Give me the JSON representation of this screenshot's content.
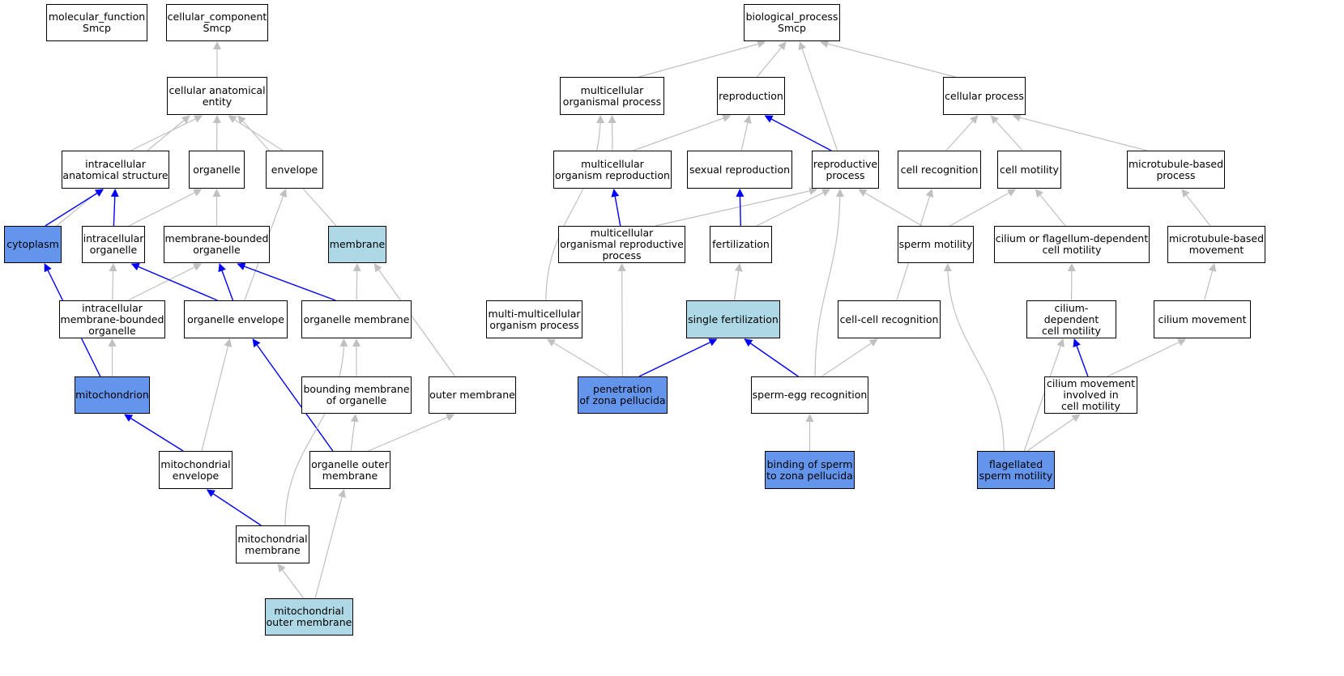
{
  "colors": {
    "highlight_dark": "#6495ed",
    "highlight_light": "#add8e6",
    "edge_default": "#c0c0c0",
    "edge_path": "#0000ff"
  },
  "nodes": [
    {
      "id": "mf",
      "label": "molecular_function\nSmcp",
      "style": "none"
    },
    {
      "id": "cc",
      "label": "cellular_component\nSmcp",
      "style": "none"
    },
    {
      "id": "cae",
      "label": "cellular anatomical\nentity",
      "style": "none"
    },
    {
      "id": "ias",
      "label": "intracellular\nanatomical structure",
      "style": "none"
    },
    {
      "id": "org",
      "label": "organelle",
      "style": "none"
    },
    {
      "id": "env",
      "label": "envelope",
      "style": "none"
    },
    {
      "id": "cyt",
      "label": "cytoplasm",
      "style": "dark"
    },
    {
      "id": "iorg",
      "label": "intracellular\norganelle",
      "style": "none"
    },
    {
      "id": "mbo",
      "label": "membrane-bounded\norganelle",
      "style": "none"
    },
    {
      "id": "mem",
      "label": "membrane",
      "style": "light"
    },
    {
      "id": "imbo",
      "label": "intracellular\nmembrane-bounded\norganelle",
      "style": "none"
    },
    {
      "id": "oenv",
      "label": "organelle envelope",
      "style": "none"
    },
    {
      "id": "omem",
      "label": "organelle membrane",
      "style": "none"
    },
    {
      "id": "mito",
      "label": "mitochondrion",
      "style": "dark"
    },
    {
      "id": "bmo",
      "label": "bounding membrane\nof organelle",
      "style": "none"
    },
    {
      "id": "outm",
      "label": "outer membrane",
      "style": "none"
    },
    {
      "id": "menv",
      "label": "mitochondrial\nenvelope",
      "style": "none"
    },
    {
      "id": "oom",
      "label": "organelle outer\nmembrane",
      "style": "none"
    },
    {
      "id": "mmem",
      "label": "mitochondrial\nmembrane",
      "style": "none"
    },
    {
      "id": "mom",
      "label": "mitochondrial\nouter membrane",
      "style": "light"
    },
    {
      "id": "bp",
      "label": "biological_process\nSmcp",
      "style": "none"
    },
    {
      "id": "mop",
      "label": "multicellular\norganismal process",
      "style": "none"
    },
    {
      "id": "rep",
      "label": "reproduction",
      "style": "none"
    },
    {
      "id": "cp",
      "label": "cellular process",
      "style": "none"
    },
    {
      "id": "mor",
      "label": "multicellular\norganism reproduction",
      "style": "none"
    },
    {
      "id": "sr",
      "label": "sexual reproduction",
      "style": "none"
    },
    {
      "id": "rp",
      "label": "reproductive\nprocess",
      "style": "none"
    },
    {
      "id": "cr",
      "label": "cell recognition",
      "style": "none"
    },
    {
      "id": "cm",
      "label": "cell motility",
      "style": "none"
    },
    {
      "id": "mbp",
      "label": "microtubule-based\nprocess",
      "style": "none"
    },
    {
      "id": "morp",
      "label": "multicellular\norganismal reproductive\nprocess",
      "style": "none"
    },
    {
      "id": "fert",
      "label": "fertilization",
      "style": "none"
    },
    {
      "id": "sm",
      "label": "sperm motility",
      "style": "none"
    },
    {
      "id": "cfcm",
      "label": "cilium or flagellum-dependent\ncell motility",
      "style": "none"
    },
    {
      "id": "mbm",
      "label": "microtubule-based\nmovement",
      "style": "none"
    },
    {
      "id": "mmp",
      "label": "multi-multicellular\norganism process",
      "style": "none"
    },
    {
      "id": "sf",
      "label": "single fertilization",
      "style": "light"
    },
    {
      "id": "ccr",
      "label": "cell-cell recognition",
      "style": "none"
    },
    {
      "id": "cdcm",
      "label": "cilium-dependent\ncell motility",
      "style": "none"
    },
    {
      "id": "cmov",
      "label": "cilium movement",
      "style": "none"
    },
    {
      "id": "pzp",
      "label": "penetration\nof zona pellucida",
      "style": "dark"
    },
    {
      "id": "ser",
      "label": "sperm-egg recognition",
      "style": "none"
    },
    {
      "id": "cmicm",
      "label": "cilium movement\ninvolved in\ncell motility",
      "style": "none"
    },
    {
      "id": "bszp",
      "label": "binding of sperm\nto zona pellucida",
      "style": "dark"
    },
    {
      "id": "fsm",
      "label": "flagellated\nsperm motility",
      "style": "dark"
    }
  ],
  "edges": [
    [
      "cae",
      "cc",
      false
    ],
    [
      "ias",
      "cae",
      false
    ],
    [
      "org",
      "cae",
      false
    ],
    [
      "env",
      "cae",
      false
    ],
    [
      "cyt",
      "cae",
      false
    ],
    [
      "mem",
      "cae",
      false
    ],
    [
      "cyt",
      "ias",
      true
    ],
    [
      "iorg",
      "ias",
      true
    ],
    [
      "iorg",
      "org",
      false
    ],
    [
      "mbo",
      "org",
      false
    ],
    [
      "imbo",
      "iorg",
      false
    ],
    [
      "imbo",
      "mbo",
      false
    ],
    [
      "oenv",
      "iorg",
      true
    ],
    [
      "oenv",
      "mbo",
      true
    ],
    [
      "oenv",
      "env",
      false
    ],
    [
      "omem",
      "mbo",
      true
    ],
    [
      "omem",
      "mem",
      false
    ],
    [
      "mito",
      "cyt",
      true
    ],
    [
      "mito",
      "imbo",
      false
    ],
    [
      "bmo",
      "omem",
      false
    ],
    [
      "outm",
      "mem",
      false
    ],
    [
      "menv",
      "mito",
      true
    ],
    [
      "menv",
      "oenv",
      false
    ],
    [
      "oom",
      "oenv",
      true
    ],
    [
      "oom",
      "bmo",
      false
    ],
    [
      "oom",
      "outm",
      false
    ],
    [
      "mmem",
      "menv",
      true
    ],
    [
      "mmem",
      "omem",
      false
    ],
    [
      "mom",
      "mmem",
      false
    ],
    [
      "mom",
      "oom",
      false
    ],
    [
      "mop",
      "bp",
      false
    ],
    [
      "rep",
      "bp",
      false
    ],
    [
      "cp",
      "bp",
      false
    ],
    [
      "rp",
      "bp",
      false
    ],
    [
      "mor",
      "mop",
      false
    ],
    [
      "mor",
      "rep",
      false
    ],
    [
      "sr",
      "rep",
      false
    ],
    [
      "rp",
      "rep",
      true
    ],
    [
      "cr",
      "cp",
      false
    ],
    [
      "cm",
      "cp",
      false
    ],
    [
      "mbp",
      "cp",
      false
    ],
    [
      "morp",
      "mor",
      true
    ],
    [
      "morp",
      "rp",
      false
    ],
    [
      "fert",
      "sr",
      true
    ],
    [
      "fert",
      "rp",
      false
    ],
    [
      "sm",
      "rp",
      false
    ],
    [
      "sm",
      "cm",
      false
    ],
    [
      "cfcm",
      "cm",
      false
    ],
    [
      "mbm",
      "mbp",
      false
    ],
    [
      "mmp",
      "mop",
      false
    ],
    [
      "sf",
      "fert",
      false
    ],
    [
      "ccr",
      "cr",
      false
    ],
    [
      "cdcm",
      "cfcm",
      false
    ],
    [
      "cmov",
      "mbm",
      false
    ],
    [
      "pzp",
      "mmp",
      false
    ],
    [
      "pzp",
      "morp",
      false
    ],
    [
      "pzp",
      "sf",
      true
    ],
    [
      "ser",
      "sf",
      true
    ],
    [
      "ser",
      "rp",
      false
    ],
    [
      "ser",
      "ccr",
      false
    ],
    [
      "cmicm",
      "cdcm",
      true
    ],
    [
      "cmicm",
      "cmov",
      false
    ],
    [
      "bszp",
      "ser",
      false
    ],
    [
      "fsm",
      "sm",
      false
    ],
    [
      "fsm",
      "cdcm",
      false
    ],
    [
      "fsm",
      "cmicm",
      false
    ]
  ]
}
